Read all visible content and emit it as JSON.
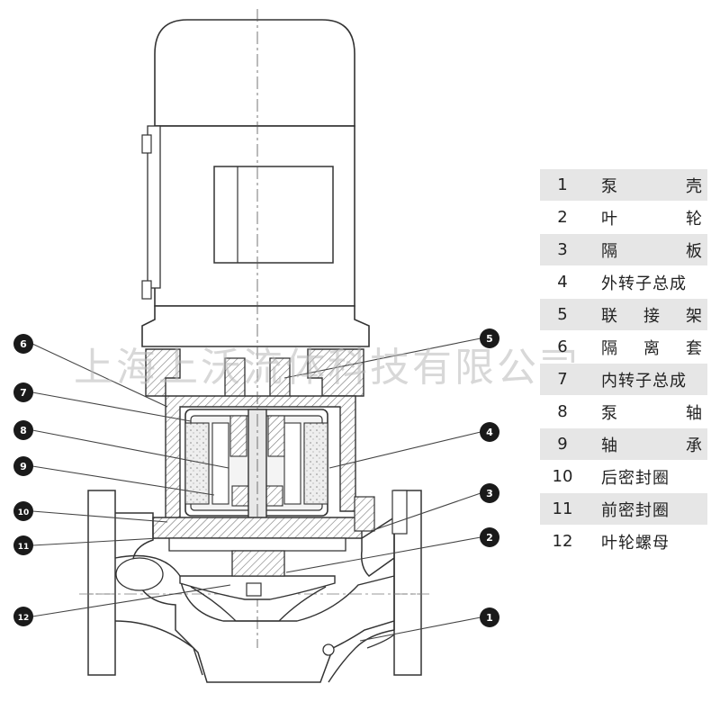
{
  "watermark": "上海上沃流体科技有限公司",
  "parts": [
    {
      "no": "1",
      "name": "泵壳"
    },
    {
      "no": "2",
      "name": "叶轮"
    },
    {
      "no": "3",
      "name": "隔板"
    },
    {
      "no": "4",
      "name": "外转子总成"
    },
    {
      "no": "5",
      "name": "联接架"
    },
    {
      "no": "6",
      "name": "隔离套"
    },
    {
      "no": "7",
      "name": "内转子总成"
    },
    {
      "no": "8",
      "name": "泵轴"
    },
    {
      "no": "9",
      "name": "轴承"
    },
    {
      "no": "10",
      "name": "后密封圈"
    },
    {
      "no": "11",
      "name": "前密封圈"
    },
    {
      "no": "12",
      "name": "叶轮螺母"
    }
  ],
  "callouts": [
    "6",
    "7",
    "8",
    "9",
    "10",
    "11",
    "12",
    "5",
    "4",
    "3",
    "2",
    "1"
  ]
}
